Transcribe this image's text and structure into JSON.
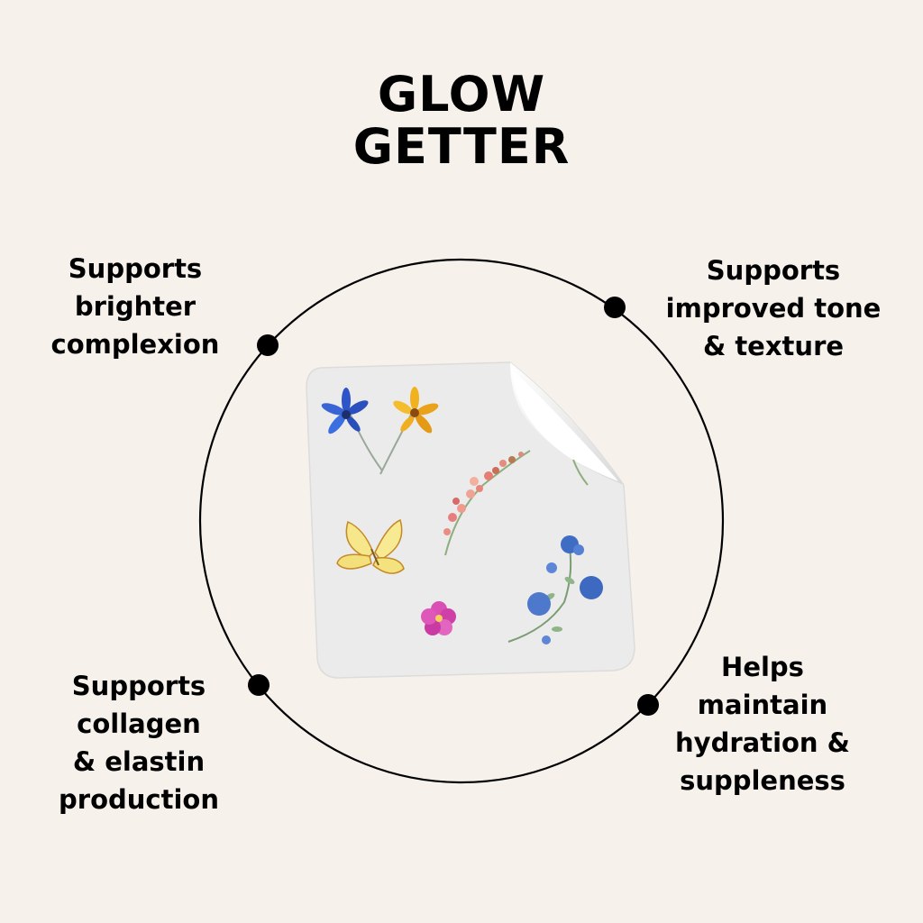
{
  "title": {
    "line1": "GLOW",
    "line2": "GETTER"
  },
  "benefits": [
    {
      "lines": [
        "Supports",
        "brighter",
        "complexion"
      ]
    },
    {
      "lines": [
        "Supports",
        "improved tone",
        "& texture"
      ]
    },
    {
      "lines": [
        "Supports",
        "collagen",
        "& elastin",
        "production"
      ]
    },
    {
      "lines": [
        "Helps",
        "maintain",
        "hydration &",
        "suppleness"
      ]
    }
  ],
  "colors": {
    "background": "#f7f1ec",
    "text": "#000000",
    "patch": "#ebebeb"
  },
  "icons": [
    "flower-illustration",
    "butterfly-illustration",
    "bluebell-illustration"
  ]
}
